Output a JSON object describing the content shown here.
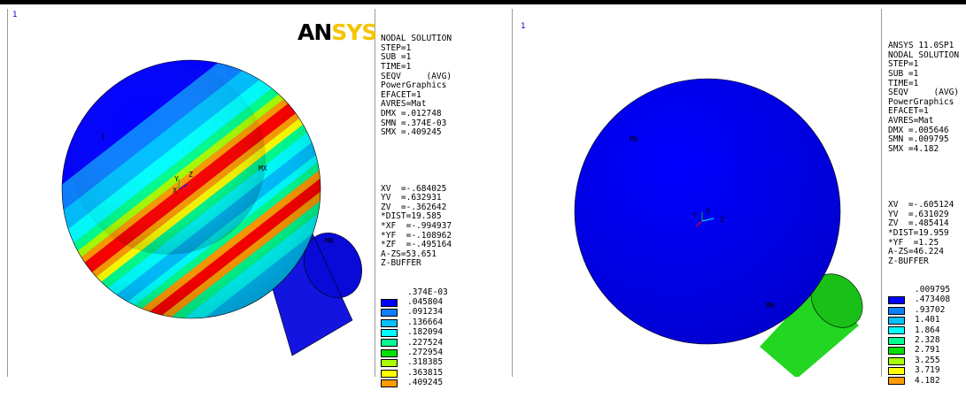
{
  "colors": {
    "contour_levels": [
      "#0000ff",
      "#0b7fff",
      "#00c0ff",
      "#00ffff",
      "#00ff90",
      "#00e000",
      "#a8ff00",
      "#ffff00",
      "#ff9c00",
      "#ff0000"
    ],
    "window_number": "#0000c0",
    "logo_yellow": "#f5c400"
  },
  "left_plot": {
    "window_number": "1",
    "logo": {
      "part1": "AN",
      "part2": "SYS"
    },
    "header_lines": [
      "NODAL SOLUTION",
      "STEP=1",
      "SUB =1",
      "TIME=1",
      "SEQV     (AVG)",
      "PowerGraphics",
      "EFACET=1",
      "AVRES=Mat",
      "DMX =.012748",
      "SMN =.374E-03",
      "SMX =.409245"
    ],
    "view_lines": [
      "XV  =-.684025",
      "YV  =.632931",
      "ZV  =-.362642",
      "*DIST=19.585",
      "*XF  =-.994937",
      "*YF  =-.108962",
      "*ZF  =-.495164",
      "A-ZS=53.651",
      "Z-BUFFER"
    ],
    "contour_values": [
      ".374E-03",
      ".045804",
      ".091234",
      ".136664",
      ".182094",
      ".227524",
      ".272954",
      ".318385",
      ".363815",
      ".409245"
    ],
    "markers": {
      "mx": "MX",
      "mn": "MN",
      "one": "1"
    },
    "axes": {
      "x": "X",
      "y": "Y",
      "z": "Z"
    }
  },
  "right_plot": {
    "window_number": "1",
    "header_lines": [
      "ANSYS 11.0SP1",
      "NODAL SOLUTION",
      "STEP=1",
      "SUB =1",
      "TIME=1",
      "SEQV     (AVG)",
      "PowerGraphics",
      "EFACET=1",
      "AVRES=Mat",
      "DMX =.005646",
      "SMN =.009795",
      "SMX =4.182"
    ],
    "view_lines": [
      "XV  =-.605124",
      "YV  =.631029",
      "ZV  =.485414",
      "*DIST=19.959",
      "*YF  =1.25",
      "A-ZS=46.224",
      "Z-BUFFER"
    ],
    "contour_values": [
      ".009795",
      ".473408",
      ".93702",
      "1.401",
      "1.864",
      "2.328",
      "2.791",
      "3.255",
      "3.719",
      "4.182"
    ],
    "markers": {
      "mx": "MX",
      "mn": "MN"
    },
    "axes": {
      "x": "X",
      "y": "Y",
      "z": "Z"
    }
  }
}
